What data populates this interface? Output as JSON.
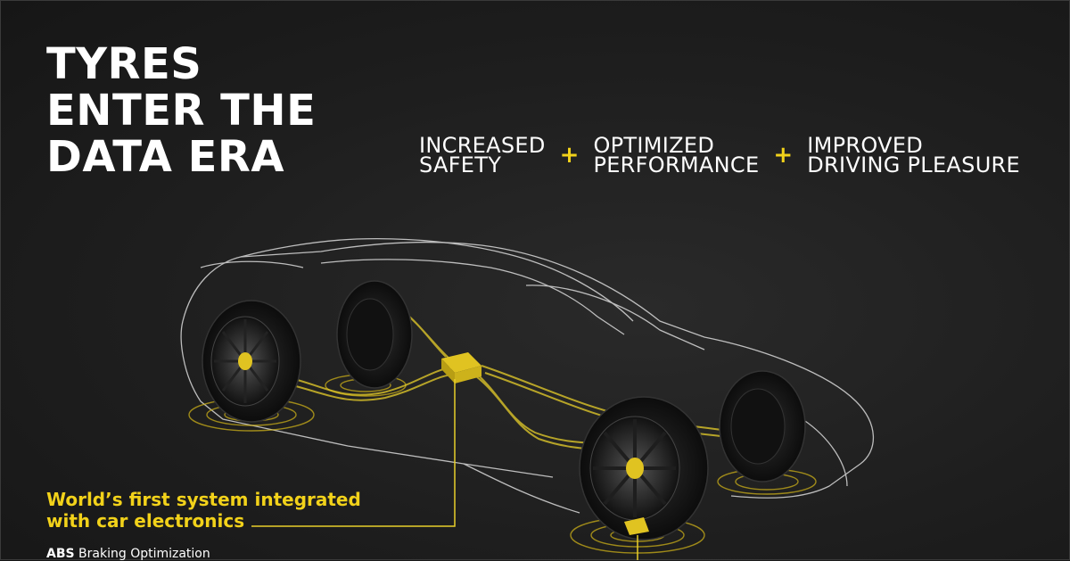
{
  "headline": {
    "line1": "TYRES",
    "line2": "ENTER THE",
    "line3": "DATA ERA"
  },
  "benefits": [
    {
      "line1": "INCREASED",
      "line2": "SAFETY"
    },
    {
      "line1": "OPTIMIZED",
      "line2": "PERFORMANCE"
    },
    {
      "line1": "IMPROVED",
      "line2": "DRIVING PLEASURE"
    }
  ],
  "plus_symbol": "+",
  "feature": {
    "line1": "World’s first system integrated",
    "line2": "with car electronics"
  },
  "abs": {
    "bold": "ABS",
    "text": " Braking Optimization"
  },
  "colors": {
    "accent": "#f2d21a",
    "background": "#1e1e1e",
    "text": "#ffffff"
  }
}
